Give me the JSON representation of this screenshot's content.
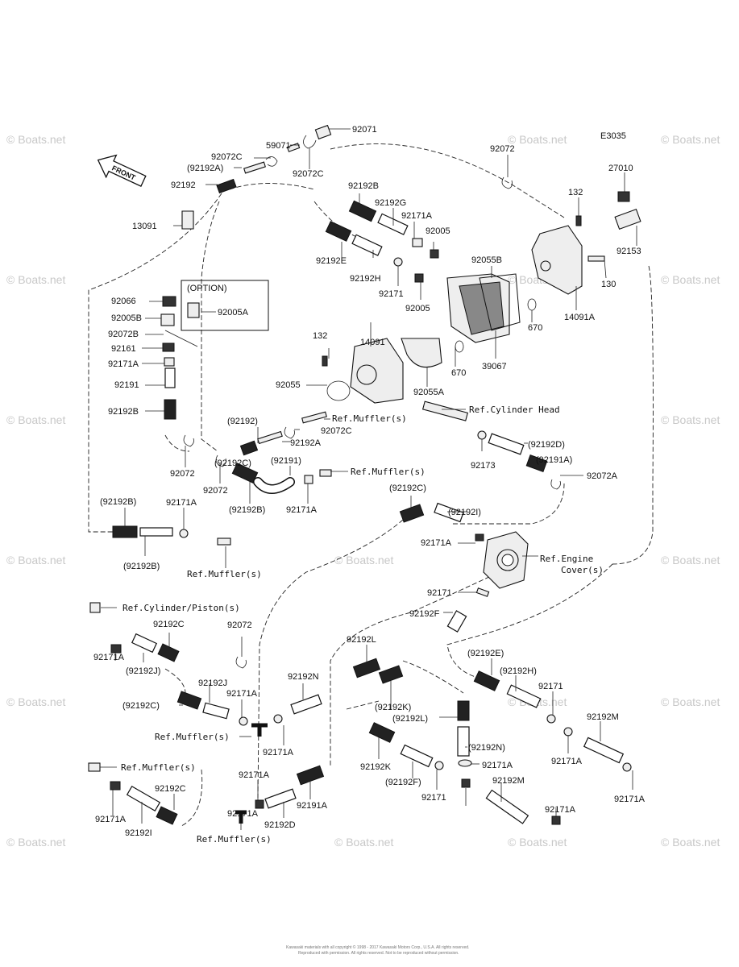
{
  "diagram_code": "E3035",
  "front_label": "FRONT",
  "option_label": "(OPTION)",
  "watermark": "© Boats.net",
  "footer_line1": "Kawasaki materials with all copyright © 1998 - 2017 Kawasaki Motors Corp., U.S.A. All rights reserved.",
  "footer_line2": "Reproduced with permission. All rights reserved. Not to be reproduced without permission.",
  "labels": [
    "92071",
    "59071",
    "92072C",
    "(92192A)",
    "92192",
    "92072C",
    "92072",
    "E3035",
    "27010",
    "132",
    "92153",
    "130",
    "14091A",
    "670",
    "670",
    "39067",
    "92055B",
    "92005",
    "92005",
    "92171A",
    "92192G",
    "92192B",
    "92192E",
    "92192H",
    "92171",
    "13091",
    "92066",
    "92005B",
    "92005A",
    "92072B",
    "92161",
    "92171A",
    "92191",
    "92192B",
    "14091",
    "132",
    "92055",
    "92055A",
    "(92192)",
    "92192A",
    "92072C",
    "Ref.Muffler(s)",
    "Ref.Cylinder Head",
    "92173",
    "(92192D)",
    "(92191A)",
    "92072A",
    "92072",
    "92072",
    "(92191)",
    "Ref.Muffler(s)",
    "(92192B)",
    "92171A",
    "(92192B)",
    "(92192C)",
    "(92192I)",
    "92171A",
    "Ref.Engine",
    "Cover(s)",
    "92171",
    "92192F",
    "(92192B)",
    "92171A",
    "(92192C)",
    "Ref.Muffler(s)",
    "Ref.Cylinder/Piston(s)",
    "92192C",
    "92072",
    "92171A",
    "(92192J)",
    "92192J",
    "(92192C)",
    "92171A",
    "92192N",
    "92192L",
    "Ref.Muffler(s)",
    "92171A",
    "(92192K)",
    "(92192L)",
    "(92192E)",
    "(92192H)",
    "92171",
    "92192M",
    "92171A",
    "92171A",
    "92192K",
    "(92192N)",
    "92171A",
    "(92192F)",
    "92171",
    "92192M",
    "Ref.Muffler(s)",
    "92192C",
    "92171A",
    "92192I",
    "92171A",
    "92192D",
    "92191A",
    "92171A",
    "Ref.Muffler(s)",
    "92171A"
  ]
}
